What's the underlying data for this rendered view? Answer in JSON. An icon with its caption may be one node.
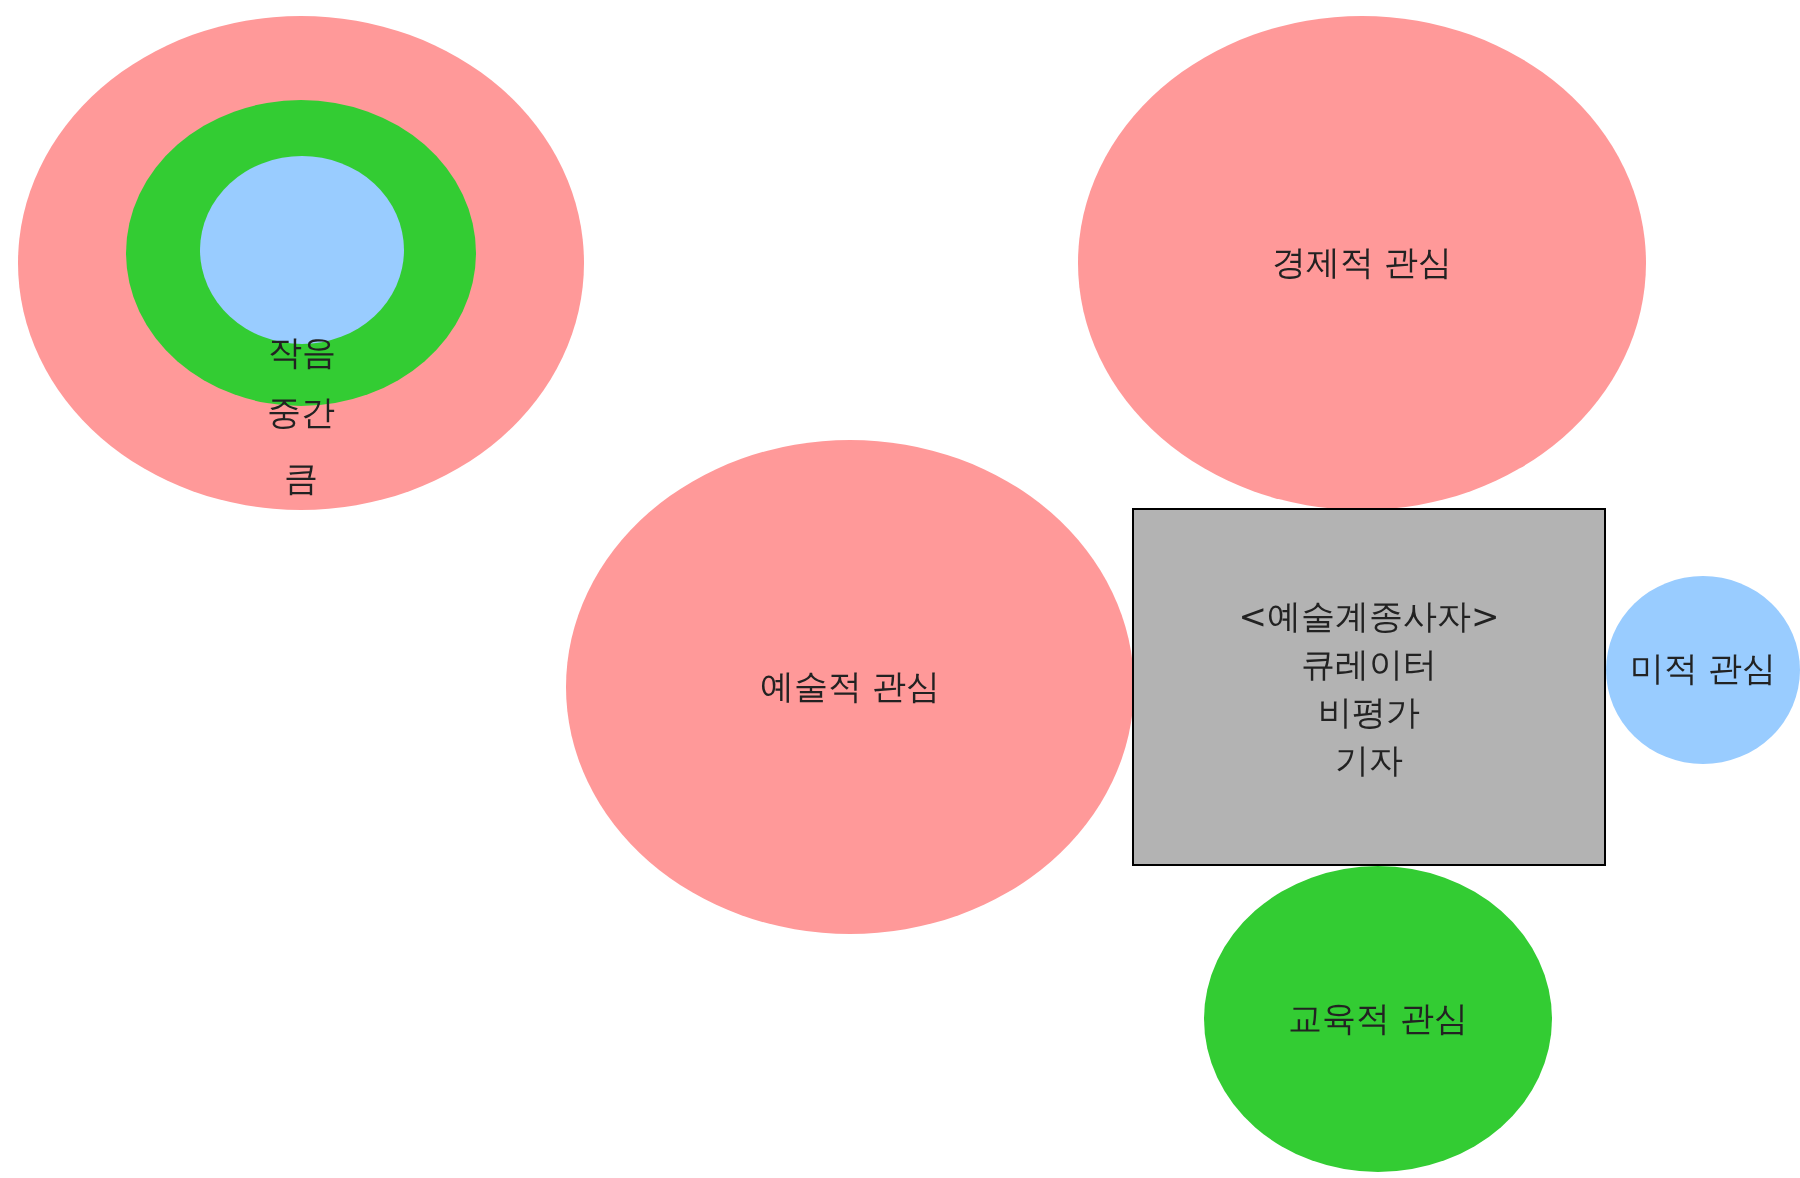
{
  "diagram": {
    "nodes": [
      {
        "text": [
          "큼"
        ]
      },
      {
        "text": [
          "중간"
        ],
        "in": 0
      },
      {
        "text": [
          "작음"
        ],
        "in": 1
      },
      {
        "text": [
          "경제적 관심"
        ]
      },
      {
        "text": [
          "예술적 관심"
        ]
      },
      {
        "text": [
          "<예술계종사자>",
          "큐레이터",
          "비평가",
          "기자"
        ]
      },
      {
        "text": [
          "미적 관심"
        ]
      },
      {
        "text": [
          "교육적 관심"
        ]
      }
    ],
    "edges": []
  }
}
